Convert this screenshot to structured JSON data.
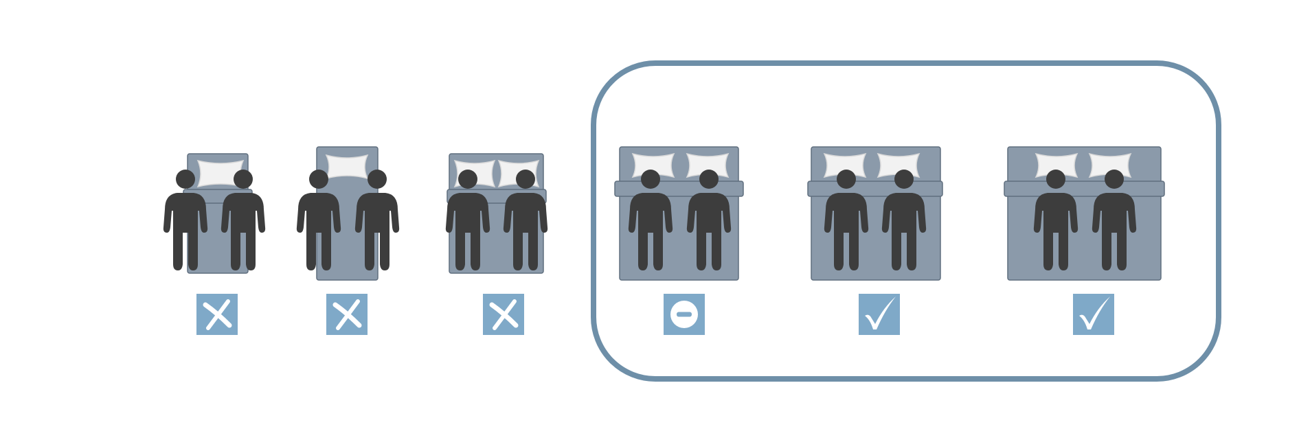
{
  "colors": {
    "bed": "#8b9aaa",
    "bed_edge": "#5f6e7e",
    "pillow": "#f2f2f2",
    "pillow_shadow": "#d9d9d9",
    "person": "#3d3d3d",
    "badge": "#7fa9c8",
    "badge_mark": "#ffffff",
    "highlight_frame": "#6e8fa8"
  },
  "beds": [
    {
      "size": "narrow",
      "pillows": 1,
      "rating": "no",
      "rating_icon": "cross-icon"
    },
    {
      "size": "narrow-long",
      "pillows": 1,
      "rating": "no",
      "rating_icon": "cross-icon"
    },
    {
      "size": "medium",
      "pillows": 2,
      "rating": "no",
      "rating_icon": "cross-icon"
    },
    {
      "size": "large",
      "pillows": 2,
      "rating": "neutral",
      "rating_icon": "minus-circle-icon",
      "recommended": true
    },
    {
      "size": "larger",
      "pillows": 2,
      "rating": "yes",
      "rating_icon": "check-icon",
      "recommended": true
    },
    {
      "size": "largest",
      "pillows": 2,
      "rating": "yes",
      "rating_icon": "check-icon",
      "recommended": true
    }
  ]
}
